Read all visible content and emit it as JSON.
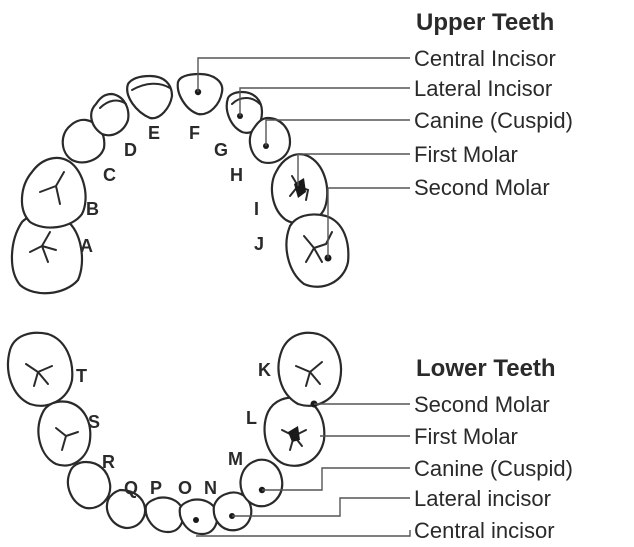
{
  "upper": {
    "heading": "Upper Teeth",
    "labels": [
      "Central Incisor",
      "Lateral Incisor",
      "Canine (Cuspid)",
      "First Molar",
      "Second Molar"
    ],
    "letters": [
      "A",
      "B",
      "C",
      "D",
      "E",
      "F",
      "G",
      "H",
      "I",
      "J"
    ]
  },
  "lower": {
    "heading": "Lower Teeth",
    "labels": [
      "Second Molar",
      "First Molar",
      "Canine (Cuspid)",
      "Lateral incisor",
      "Central incisor"
    ],
    "letters": [
      "K",
      "L",
      "M",
      "N",
      "O",
      "P",
      "Q",
      "R",
      "S",
      "T"
    ]
  },
  "colors": {
    "line": "#2a2a2a",
    "leader": "#555555",
    "background": "#ffffff"
  }
}
